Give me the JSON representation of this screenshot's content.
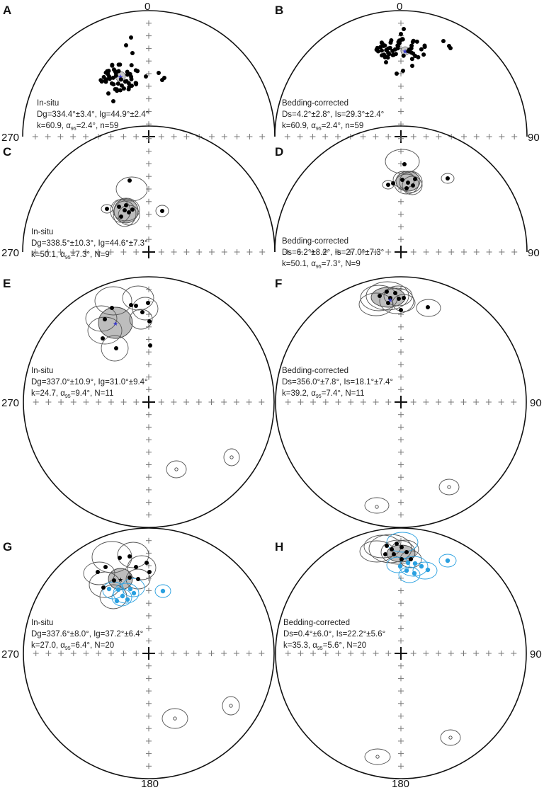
{
  "panels": [
    {
      "id": "A",
      "title": "In-situ",
      "l1a": "Dg=334.4°±3.4°, Ig=44.9°±2.4°",
      "l2pre": "k=60.9, α",
      "l2sub": "95",
      "l2post": "=2.4°, n=59"
    },
    {
      "id": "B",
      "title": "Bedding-corrected",
      "l1a": "Ds=4.2°±2.8°, Is=29.3°±2.4°",
      "l2pre": "k=60.9, α",
      "l2sub": "95",
      "l2post": "=2.4°, n=59"
    },
    {
      "id": "C",
      "title": "In-situ",
      "l1a": "Dg=338.5°±10.3°, Ig=44.6°±7.3°",
      "l2pre": "k=50.1, α",
      "l2sub": "95",
      "l2post": "=7.3°, N=9"
    },
    {
      "id": "D",
      "title": "Bedding-corrected",
      "l1a": "Ds=6.2°±8.2°, Is=27.0°±7.3°",
      "l2pre": "k=50.1, α",
      "l2sub": "95",
      "l2post": "=7.3°, N=9"
    },
    {
      "id": "E",
      "title": "In-situ",
      "l1a": "Dg=337.0°±10.9°, Ig=31.0°±9.4°",
      "l2pre": "k=24.7, α",
      "l2sub": "95",
      "l2post": "=9.4°, N=11"
    },
    {
      "id": "F",
      "title": "Bedding-corrected",
      "l1a": "Ds=356.0°±7.8°, Is=18.1°±7.4°",
      "l2pre": "k=39.2, α",
      "l2sub": "95",
      "l2post": "=7.4°, N=11"
    },
    {
      "id": "G",
      "title": "In-situ",
      "l1a": "Dg=337.6°±8.0°, Ig=37.2°±6.4°",
      "l2pre": "k=27.0, α",
      "l2sub": "95",
      "l2post": "=6.4°, N=20"
    },
    {
      "id": "H",
      "title": "Bedding-corrected",
      "l1a": "Ds=0.4°±6.0°, Is=22.2°±5.6°",
      "l2pre": "k=35.3, α",
      "l2sub": "95",
      "l2post": "=5.6°, N=20"
    }
  ],
  "axis_labels": {
    "north": "0",
    "west": "270",
    "east": "90",
    "south": "180"
  },
  "colors": {
    "black_site": "#000000",
    "blue_site": "#2aa0e0",
    "mean_fill": "#bdbdbd",
    "mean_star": "#3b3bc8"
  }
}
